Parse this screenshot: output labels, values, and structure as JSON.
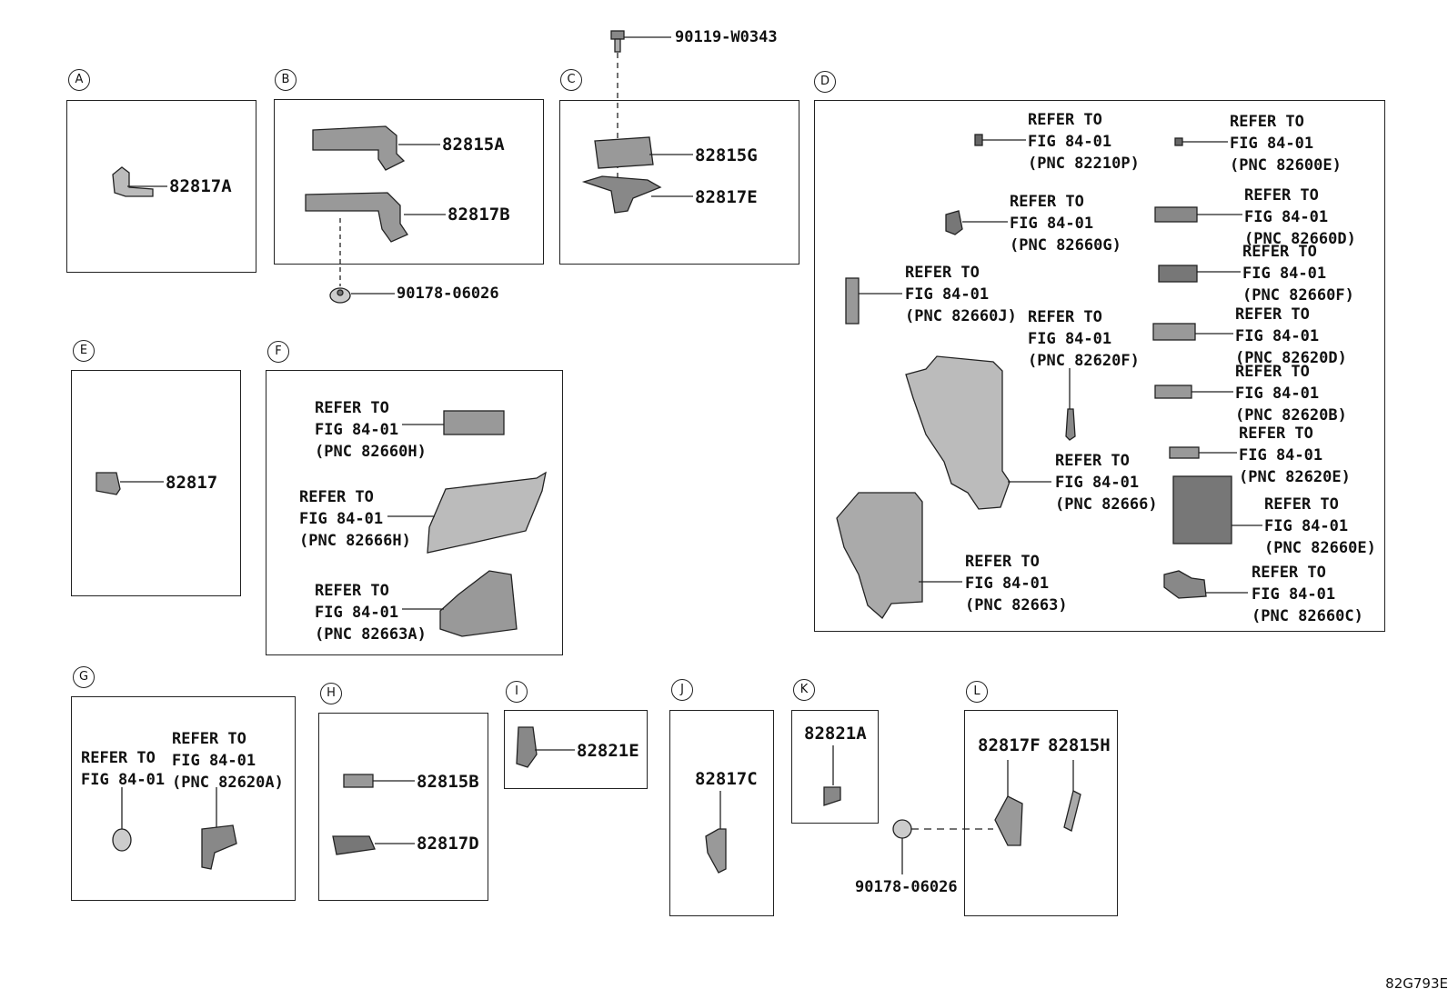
{
  "sections": {
    "A": "A",
    "B": "B",
    "C": "C",
    "D": "D",
    "E": "E",
    "F": "F",
    "G": "G",
    "H": "H",
    "I": "I",
    "J": "J",
    "K": "K",
    "L": "L"
  },
  "parts": {
    "p90119": "90119-W0343",
    "p82817A": "82817A",
    "p82815A": "82815A",
    "p82817B": "82817B",
    "p90178_b": "90178-06026",
    "p82815G": "82815G",
    "p82817E": "82817E",
    "p82817": "82817",
    "p82815B": "82815B",
    "p82817D": "82817D",
    "p82821E": "82821E",
    "p82817C": "82817C",
    "p82821A": "82821A",
    "p82817F": "82817F",
    "p82815H": "82815H",
    "p90178_l": "90178-06026"
  },
  "refs": {
    "d1": "REFER TO\nFIG 84-01\n(PNC 82210P)",
    "d2": "REFER TO\nFIG 84-01\n(PNC 82600E)",
    "d3": "REFER TO\nFIG 84-01\n(PNC 82660G)",
    "d4": "REFER TO\nFIG 84-01\n(PNC 82660D)",
    "d5": "REFER TO\nFIG 84-01\n(PNC 82660F)",
    "d6": "REFER TO\nFIG 84-01\n(PNC 82660J)",
    "d7": "REFER TO\nFIG 84-01\n(PNC 82620F)",
    "d8": "REFER TO\nFIG 84-01\n(PNC 82620D)",
    "d9": "REFER TO\nFIG 84-01\n(PNC 82620B)",
    "d10": "REFER TO\nFIG 84-01\n(PNC 82620E)",
    "d11": "REFER TO\nFIG 84-01\n(PNC 82666)",
    "d12": "REFER TO\nFIG 84-01\n(PNC 82660E)",
    "d13": "REFER TO\nFIG 84-01\n(PNC 82663)",
    "d14": "REFER TO\nFIG 84-01\n(PNC 82660C)",
    "f1": "REFER TO\nFIG 84-01\n(PNC 82660H)",
    "f2": "REFER TO\nFIG 84-01\n(PNC 82666H)",
    "f3": "REFER TO\nFIG 84-01\n(PNC 82663A)",
    "g1": "REFER TO\nFIG 84-01",
    "g2": "REFER TO\nFIG 84-01\n(PNC 82620A)"
  },
  "figure_id": "82G793E"
}
